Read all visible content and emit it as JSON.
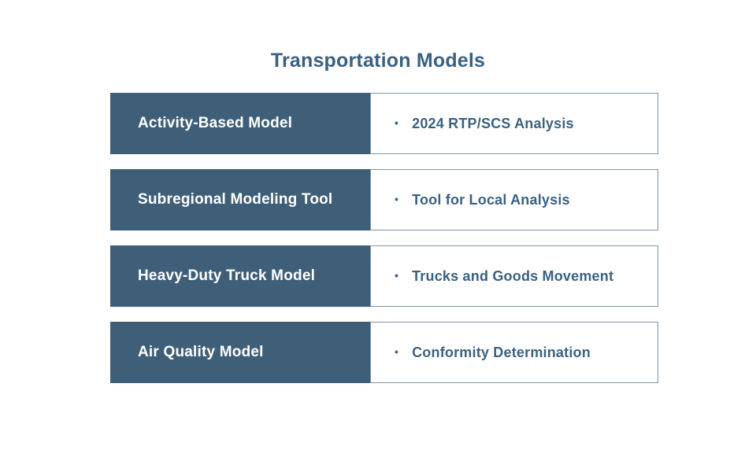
{
  "title": "Transportation Models",
  "bullet_char": "•",
  "colors": {
    "accent-dark": "#3F5F78",
    "text-blue": "#3A6183",
    "box-border": "#7E94A9",
    "left-text": "#FFFFFF",
    "page-bg": "#FFFFFF"
  },
  "rows": [
    {
      "model": "Activity-Based Model",
      "description": "2024 RTP/SCS Analysis"
    },
    {
      "model": "Subregional Modeling Tool",
      "description": "Tool for Local Analysis"
    },
    {
      "model": "Heavy-Duty Truck Model",
      "description": "Trucks and Goods Movement"
    },
    {
      "model": "Air Quality Model",
      "description": "Conformity Determination"
    }
  ]
}
